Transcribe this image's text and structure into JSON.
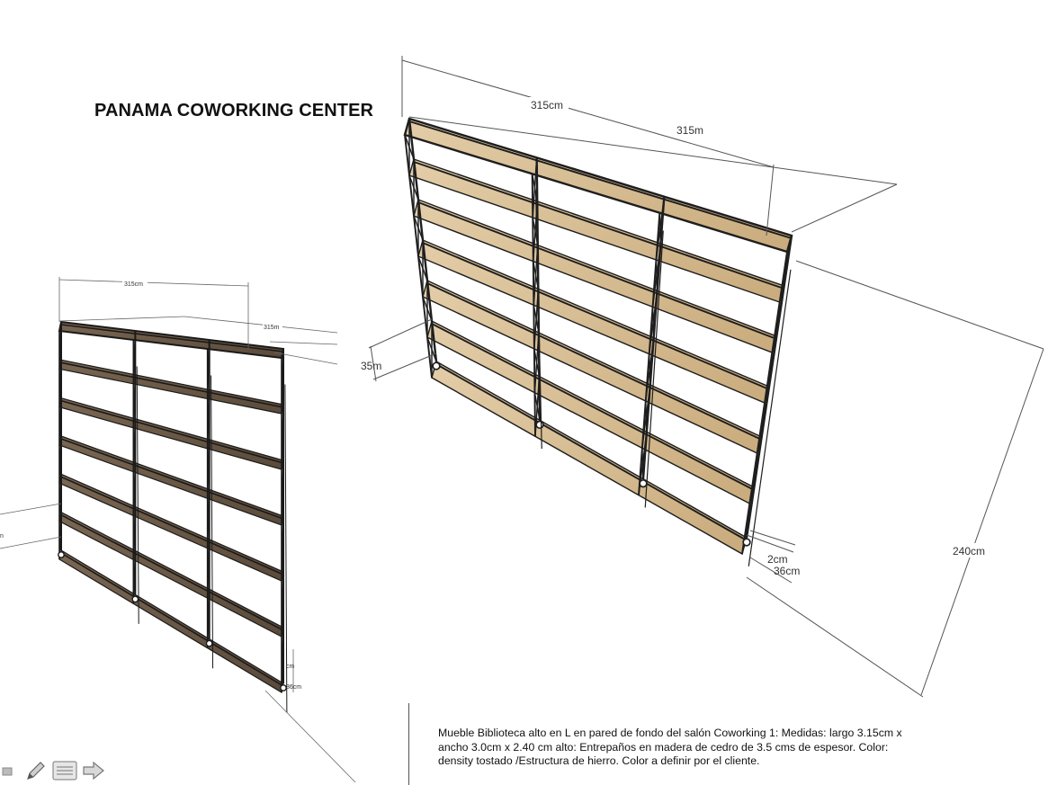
{
  "title": "PANAMA COWORKING CENTER",
  "description": "Mueble Biblioteca alto en L en pared de fondo del salón Coworking 1: Medidas: largo 3.15cm x ancho 3.0cm x 2.40 cm alto: Entrepaños en madera de cedro de 3.5 cms de espesor. Color: density tostado /Estructura de hierro. Color a definir por el cliente.",
  "large_view": {
    "dim_top": "315cm",
    "dim_side": "315m",
    "dim_depth": "35m",
    "dim_height": "240cm",
    "dim_small_1": "2cm",
    "dim_small_2": "36cm"
  },
  "small_view": {
    "dim_top": "315cm",
    "dim_side": "315m",
    "dim_small_1": "cm",
    "dim_small_2": "36cm",
    "dim_left": "n"
  },
  "colors": {
    "wood_light": "#d9c19a",
    "wood_dark": "#6b5a48",
    "frame": "#1e1e1e",
    "dimension_line": "#555555"
  },
  "toolbar": {
    "icons": [
      "partial-icon",
      "pencil-icon",
      "notes-icon",
      "next-arrow-icon"
    ]
  }
}
